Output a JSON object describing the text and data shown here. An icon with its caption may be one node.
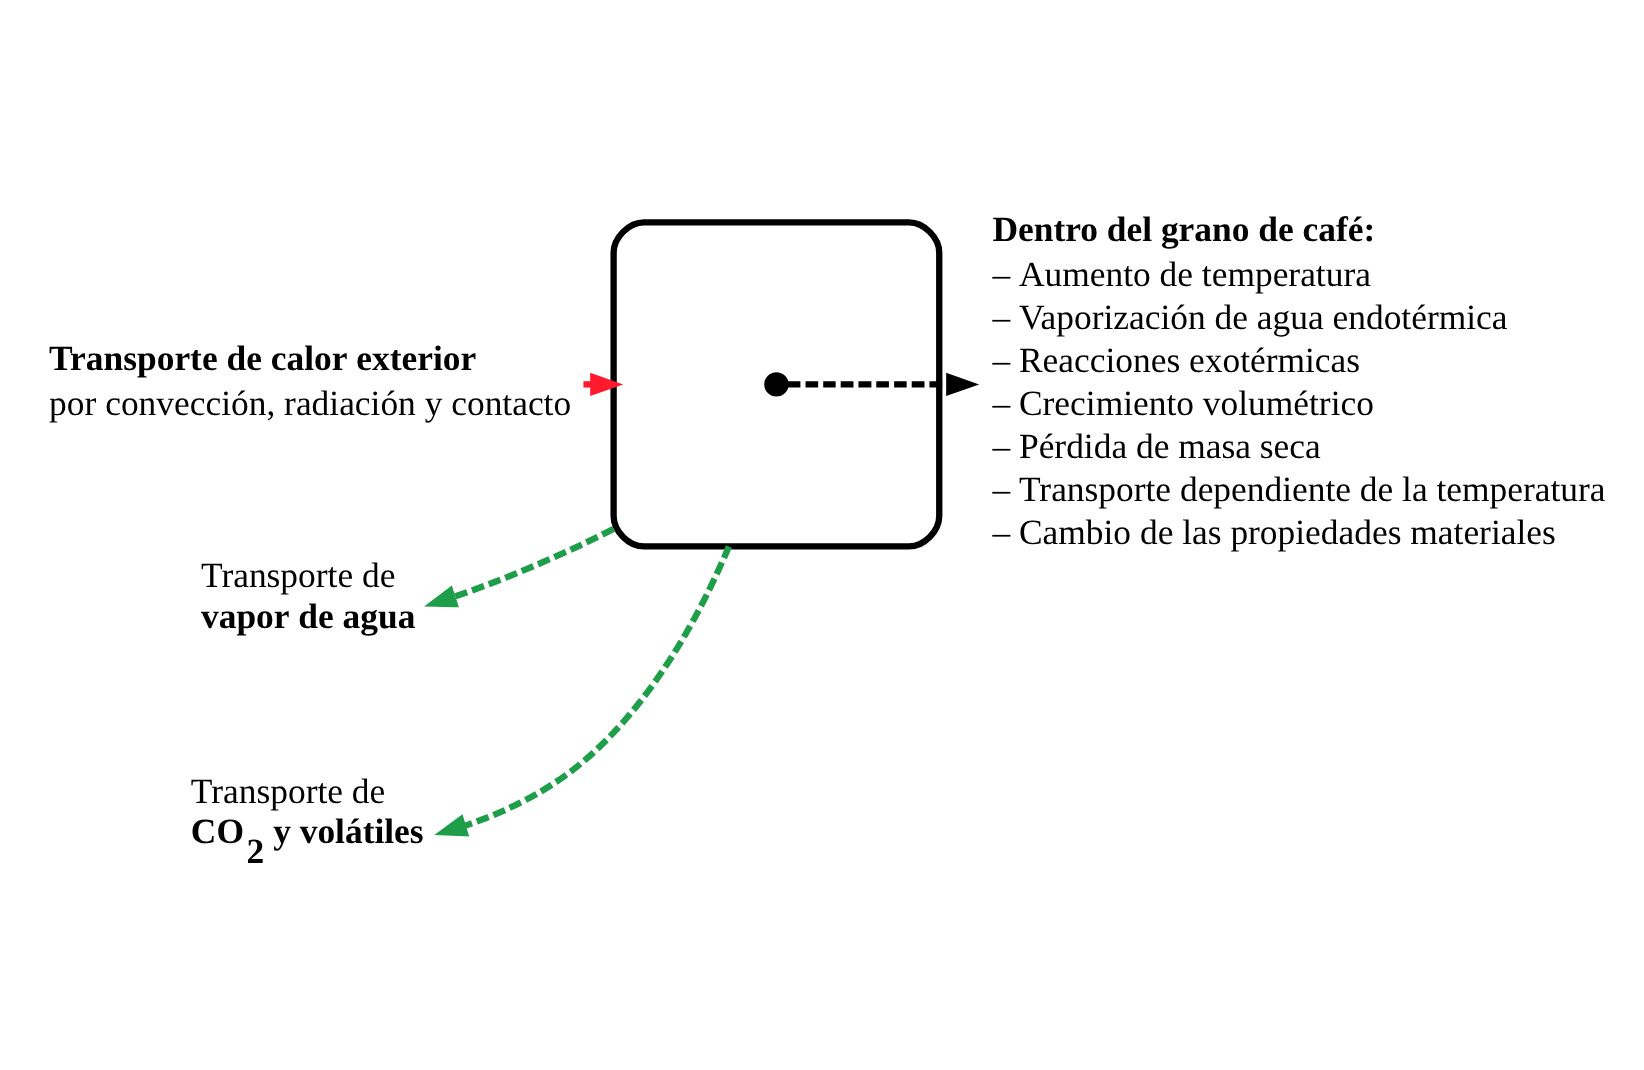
{
  "diagram": {
    "nodes": [
      {
        "text": [
          "Transporte de calor exterior",
          "por convección, radiación y contacto"
        ]
      },
      {
        "text": [
          "Transporte de",
          "vapor de agua"
        ]
      },
      {
        "text": [
          "Transporte de",
          "CO$_{2}$ y volátiles"
        ]
      },
      {
        "text": [],
        "shape": "ellipse"
      },
      {
        "text": [],
        "shape": "circle",
        "in": 3
      },
      {
        "text": [
          "Dentro del grano de café:",
          "– Aumento de temperatura",
          "– Vaporización de agua endotérmica",
          "– Reacciones exotérmicas",
          "– Crecimiento volumétrico",
          "– Pérdida de masa seca",
          "– Transporte dependiente de la temperatura",
          "– Cambio de las propiedades materiales"
        ]
      }
    ],
    "edges": [
      {
        "from": 0,
        "to": 3,
        "arrow": "to",
        "style": "dashed",
        "color": "#ff1a2e"
      },
      {
        "from": 3,
        "to": 1,
        "arrow": "to",
        "style": "dashed",
        "color": "#1f9e4a"
      },
      {
        "from": 3,
        "to": 2,
        "arrow": "to",
        "style": "dashed",
        "color": "#1f9e4a"
      },
      {
        "from": 4,
        "to": 5,
        "arrow": "to",
        "style": "dashed",
        "color": "#000000"
      }
    ]
  }
}
